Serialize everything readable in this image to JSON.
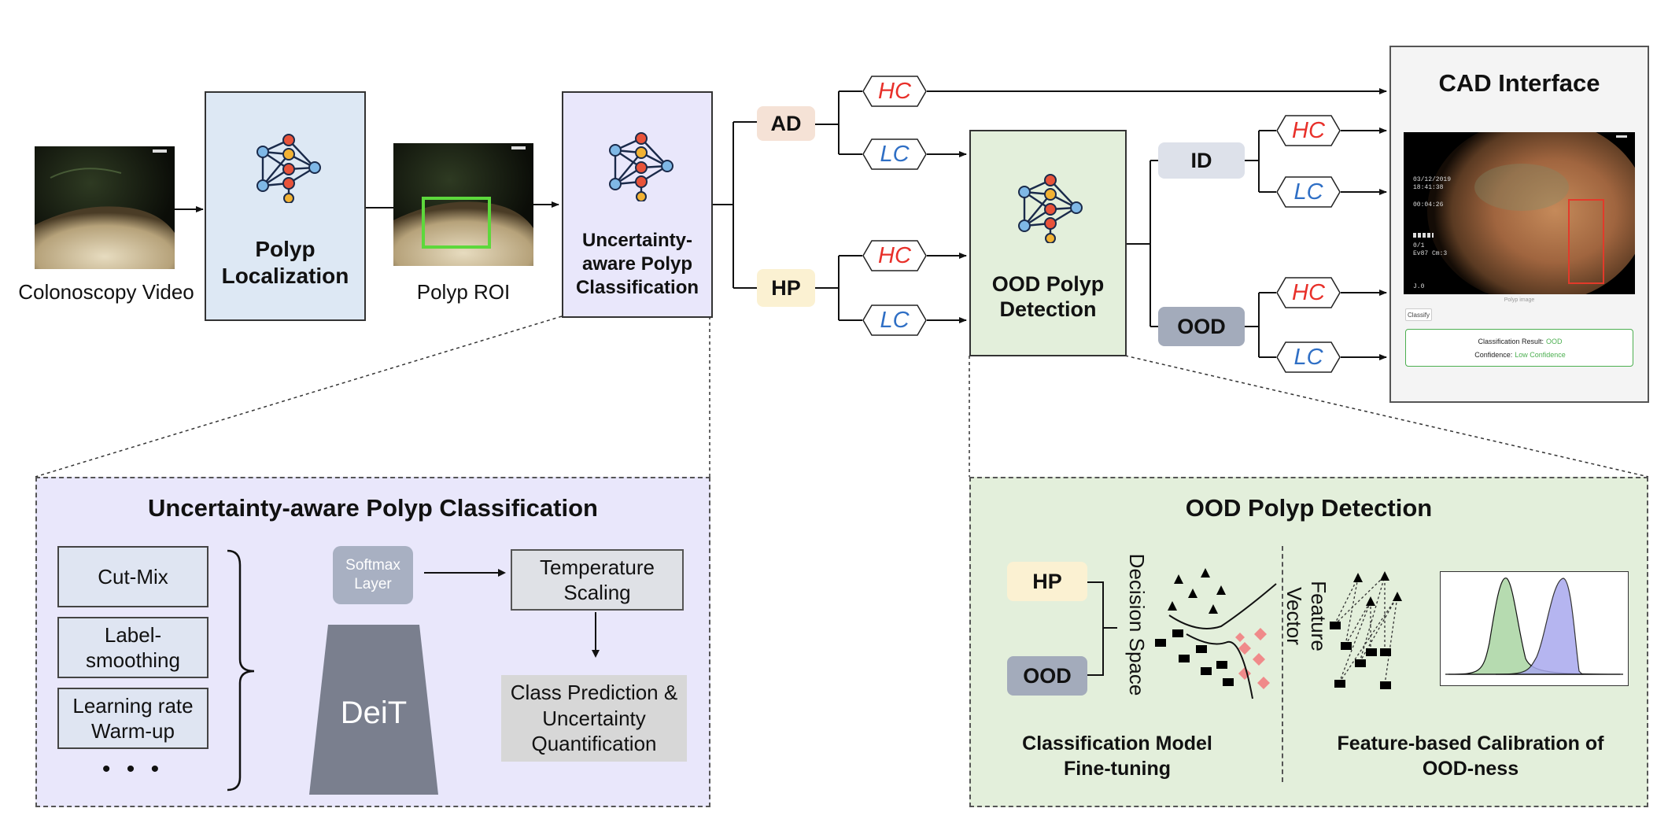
{
  "pipeline": {
    "video_label": "Colonoscopy Video",
    "localization_label": "Polyp Localization",
    "roi_label": "Polyp ROI",
    "classification_label": "Uncertainty-aware Polyp Classification",
    "ad": "AD",
    "hp": "HP",
    "hc": "HC",
    "lc": "LC",
    "ood_detection_label": "OOD Polyp Detection",
    "id": "ID",
    "ood": "OOD"
  },
  "cad": {
    "title": "CAD Interface",
    "overlay_date": "03/12/2019",
    "overlay_time": "18:41:38",
    "overlay_elapsed": "00:04:26",
    "overlay_small": "0/1",
    "overlay_code": "Ev87 Cm:3",
    "overlay_id": "J.0",
    "image_caption": "Polyp image",
    "classify_button": "Classify",
    "result_label": "Classification Result:",
    "result_value": "OOD",
    "confidence_label": "Confidence:",
    "confidence_value": "Low Confidence",
    "accent_color": "#4caf50"
  },
  "classification_panel": {
    "title": "Uncertainty-aware Polyp Classification",
    "techniques": [
      "Cut-Mix",
      "Label-smoothing",
      "Learning rate Warm-up"
    ],
    "ellipsis": "• • •",
    "softmax": "Softmax Layer",
    "model": "DeiT",
    "temperature": "Temperature Scaling",
    "prediction": "Class Prediction & Uncertainty Quantification"
  },
  "ood_panel": {
    "title": "OOD Polyp Detection",
    "hp": "HP",
    "ood": "OOD",
    "decision_space": "Decision Space",
    "feature_vector": "Feature Vector",
    "left_caption": "Classification Model Fine-tuning",
    "right_caption": "Feature-based Calibration of OOD-ness"
  },
  "colors": {
    "localization_fill": "#dde8f4",
    "classification_fill": "#e9e7fb",
    "ood_fill": "#e3efdb",
    "ad_fill": "#f5e2d6",
    "hp_fill": "#fbf1d2",
    "id_fill": "#dde1ea",
    "ood_tag_fill": "#a3abbb",
    "hc_text": "#e8302a",
    "lc_text": "#2f6fc5"
  }
}
